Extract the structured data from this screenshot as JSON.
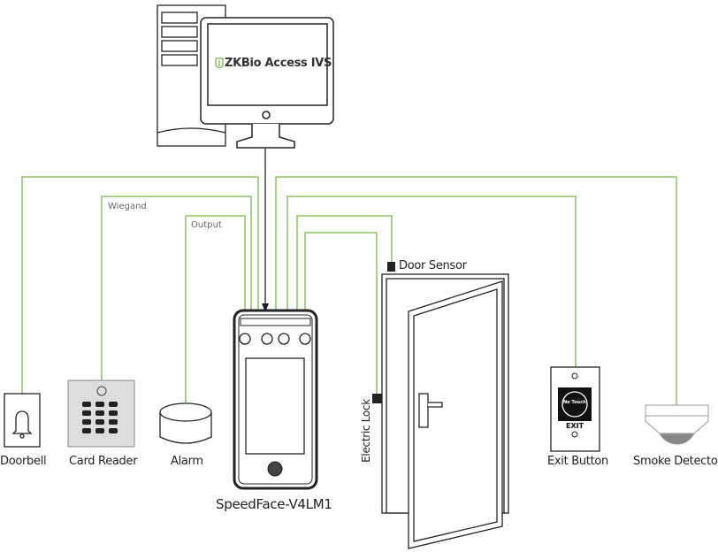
{
  "software_logo": "ZKBio Access IVS",
  "device": {
    "name": "SpeedFace-V4LM1"
  },
  "wire_labels": {
    "wiegand": "Wiegand",
    "output": "Output"
  },
  "peripherals": {
    "doorbell": "Doorbell",
    "card_reader": "Card Reader",
    "alarm": "Alarm",
    "door_sensor": "Door Sensor",
    "electric_lock": "Electric Lock",
    "exit_button": "Exit Button",
    "smoke_detector": "Smoke Detector"
  },
  "exit_button_text": {
    "no_touch": "No Touch",
    "exit": "EXIT"
  },
  "colors": {
    "wire": "#7ab648",
    "logo_green": "#7ab648",
    "outline": "#222222"
  }
}
